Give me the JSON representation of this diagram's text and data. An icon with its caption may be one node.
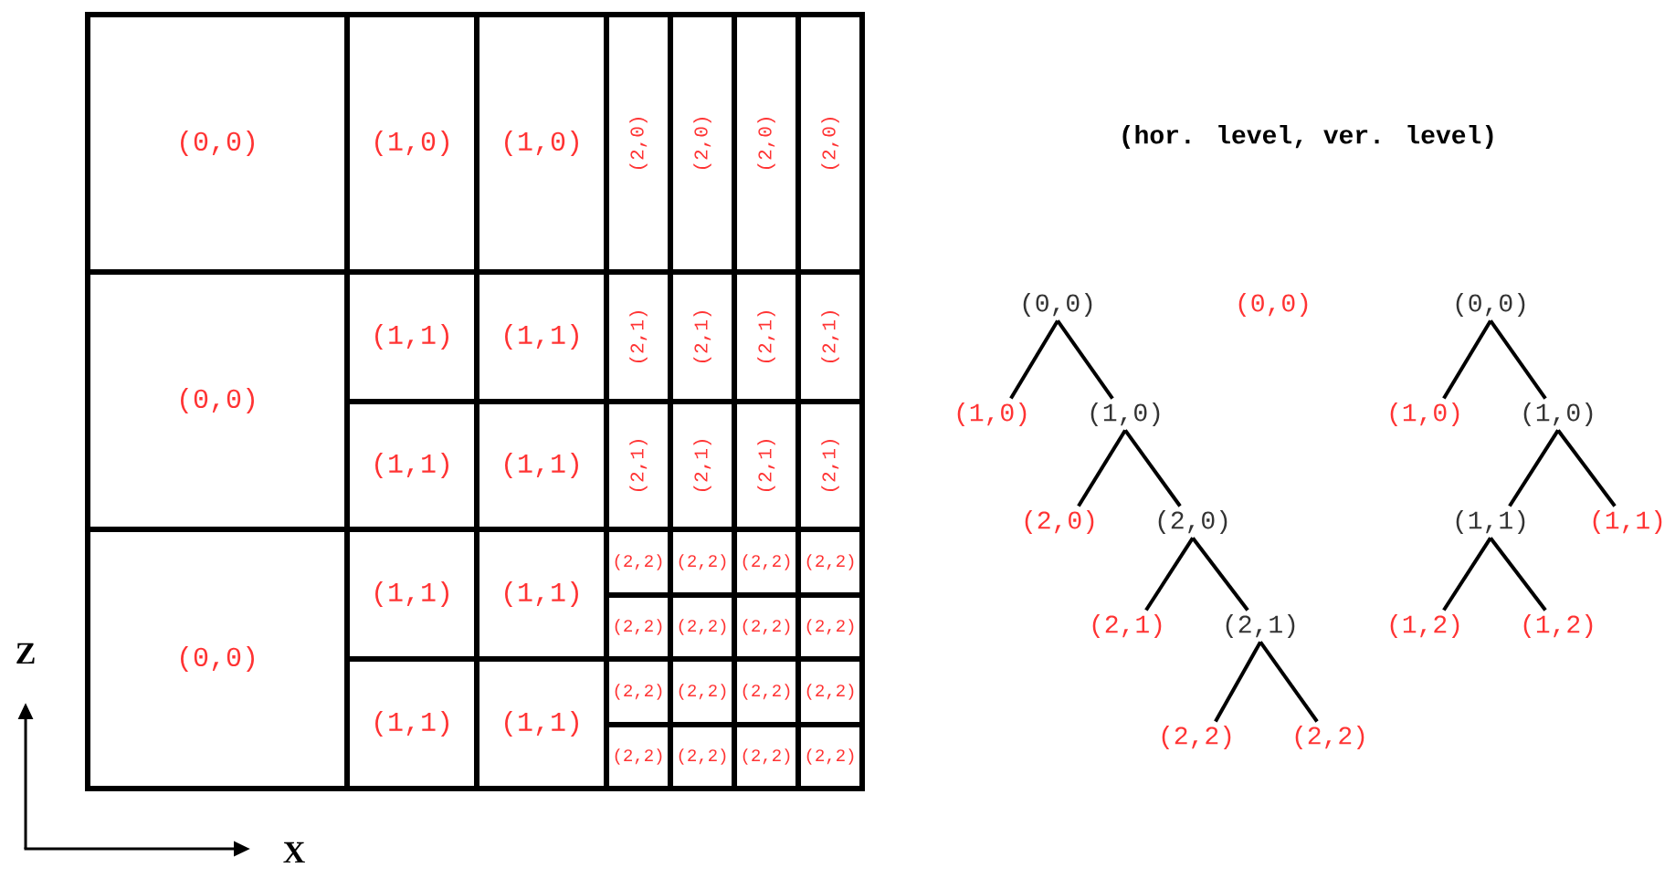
{
  "diagram": {
    "title": "(hor. level, ver. level)",
    "nodes": [
      {
        "text": [
          "(0,0)"
        ]
      },
      {
        "text": [
          "(1,0)"
        ]
      },
      {
        "text": [
          "(1,0)"
        ]
      },
      {
        "text": [
          "(2,0)"
        ]
      },
      {
        "text": [
          "(2,0)"
        ]
      },
      {
        "text": [
          "(2,0)"
        ]
      },
      {
        "text": [
          "(2,0)"
        ]
      },
      {
        "text": [
          "(0,0)"
        ]
      },
      {
        "text": [
          "(1,1)"
        ]
      },
      {
        "text": [
          "(1,1)"
        ]
      },
      {
        "text": [
          "(2,1)"
        ]
      },
      {
        "text": [
          "(2,1)"
        ]
      },
      {
        "text": [
          "(2,1)"
        ]
      },
      {
        "text": [
          "(2,1)"
        ]
      },
      {
        "text": [
          "(1,1)"
        ]
      },
      {
        "text": [
          "(1,1)"
        ]
      },
      {
        "text": [
          "(2,1)"
        ]
      },
      {
        "text": [
          "(2,1)"
        ]
      },
      {
        "text": [
          "(2,1)"
        ]
      },
      {
        "text": [
          "(2,1)"
        ]
      },
      {
        "text": [
          "(0,0)"
        ]
      },
      {
        "text": [
          "(1,1)"
        ]
      },
      {
        "text": [
          "(1,1)"
        ]
      },
      {
        "text": [
          "(2,2)"
        ]
      },
      {
        "text": [
          "(2,2)"
        ]
      },
      {
        "text": [
          "(2,2)"
        ]
      },
      {
        "text": [
          "(2,2)"
        ]
      },
      {
        "text": [
          "(2,2)"
        ]
      },
      {
        "text": [
          "(2,2)"
        ]
      },
      {
        "text": [
          "(2,2)"
        ]
      },
      {
        "text": [
          "(2,2)"
        ]
      },
      {
        "text": [
          "(1,1)"
        ]
      },
      {
        "text": [
          "(1,1)"
        ]
      },
      {
        "text": [
          "(2,2)"
        ]
      },
      {
        "text": [
          "(2,2)"
        ]
      },
      {
        "text": [
          "(2,2)"
        ]
      },
      {
        "text": [
          "(2,2)"
        ]
      },
      {
        "text": [
          "(2,2)"
        ]
      },
      {
        "text": [
          "(2,2)"
        ]
      },
      {
        "text": [
          "(2,2)"
        ]
      },
      {
        "text": [
          "(2,2)"
        ]
      },
      {
        "text": [
          "(0,0)"
        ]
      },
      {
        "text": [
          "(1,0)"
        ]
      },
      {
        "text": [
          "(1,0)"
        ]
      },
      {
        "text": [
          "(2,0)"
        ]
      },
      {
        "text": [
          "(2,0)"
        ]
      },
      {
        "text": [
          "(2,1)"
        ]
      },
      {
        "text": [
          "(2,1)"
        ]
      },
      {
        "text": [
          "(2,2)"
        ]
      },
      {
        "text": [
          "(2,2)"
        ]
      },
      {
        "text": [
          "(0,0)"
        ]
      },
      {
        "text": [
          "(0,0)"
        ]
      },
      {
        "text": [
          "(1,0)"
        ]
      },
      {
        "text": [
          "(1,0)"
        ]
      },
      {
        "text": [
          "(1,1)"
        ]
      },
      {
        "text": [
          "(1,1)"
        ]
      },
      {
        "text": [
          "(1,2)"
        ]
      },
      {
        "text": [
          "(1,2)"
        ]
      }
    ],
    "edges": [
      {
        "from": 41,
        "to": 42,
        "arrow": "none"
      },
      {
        "from": 41,
        "to": 43,
        "arrow": "none"
      },
      {
        "from": 43,
        "to": 44,
        "arrow": "none"
      },
      {
        "from": 43,
        "to": 45,
        "arrow": "none"
      },
      {
        "from": 45,
        "to": 46,
        "arrow": "none"
      },
      {
        "from": 45,
        "to": 47,
        "arrow": "none"
      },
      {
        "from": 47,
        "to": 48,
        "arrow": "none"
      },
      {
        "from": 47,
        "to": 49,
        "arrow": "none"
      },
      {
        "from": 51,
        "to": 52,
        "arrow": "none"
      },
      {
        "from": 51,
        "to": 53,
        "arrow": "none"
      },
      {
        "from": 53,
        "to": 54,
        "arrow": "none"
      },
      {
        "from": 53,
        "to": 55,
        "arrow": "none"
      },
      {
        "from": 54,
        "to": 56,
        "arrow": "none"
      },
      {
        "from": 54,
        "to": 57,
        "arrow": "none"
      }
    ],
    "labels": [
      "Z",
      "X"
    ]
  }
}
